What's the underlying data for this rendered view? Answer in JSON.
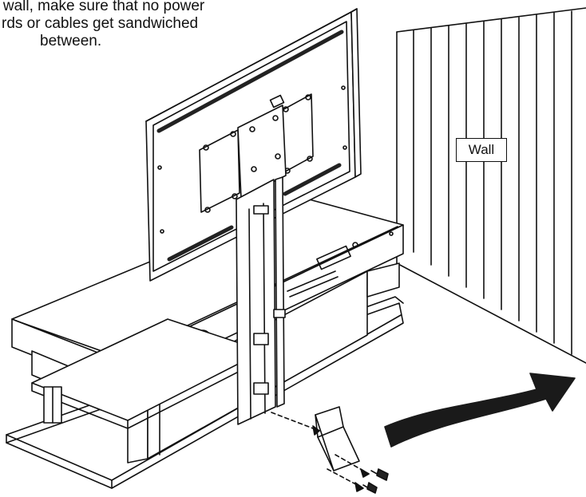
{
  "instruction": {
    "line1": "e wall, make sure that no power",
    "line2": "rds or cables get sandwiched",
    "line3": "between."
  },
  "labels": {
    "wall": "Wall"
  },
  "colors": {
    "ink": "#111111",
    "paper": "#ffffff",
    "shade": "#2a2a2a"
  }
}
